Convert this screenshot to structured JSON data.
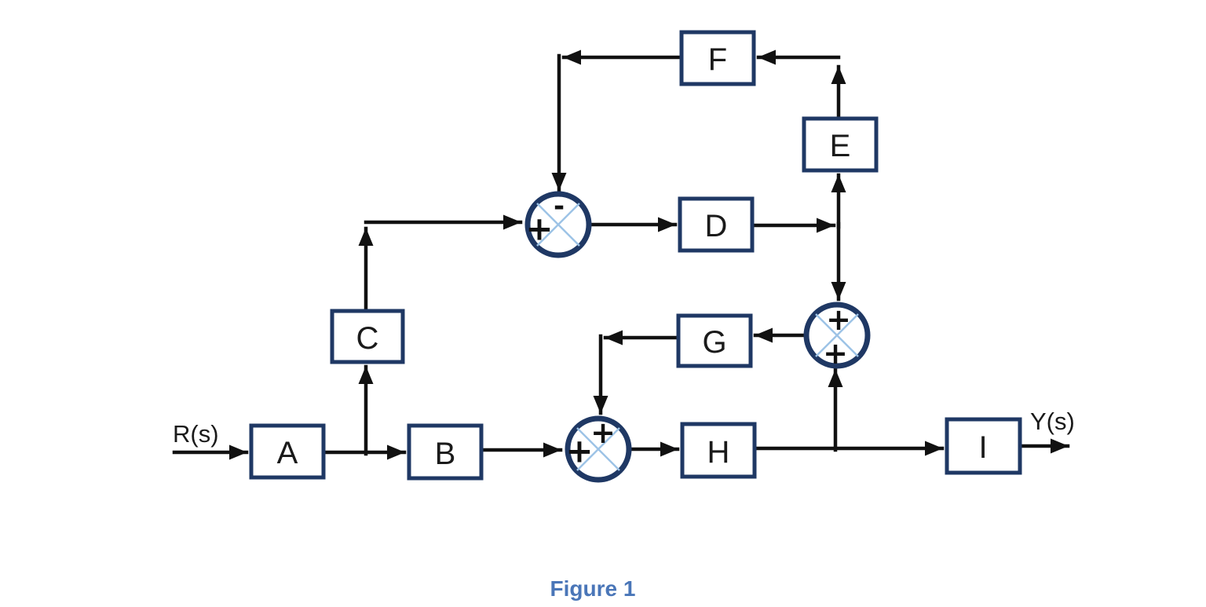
{
  "diagram": {
    "caption": "Figure 1",
    "input_label": "R(s)",
    "output_label": "Y(s)",
    "blocks": [
      {
        "id": "A",
        "label": "A"
      },
      {
        "id": "B",
        "label": "B"
      },
      {
        "id": "C",
        "label": "C"
      },
      {
        "id": "D",
        "label": "D"
      },
      {
        "id": "E",
        "label": "E"
      },
      {
        "id": "F",
        "label": "F"
      },
      {
        "id": "G",
        "label": "G"
      },
      {
        "id": "H",
        "label": "H"
      },
      {
        "id": "I",
        "label": "I"
      }
    ],
    "summing_junctions": [
      {
        "id": "sum-upper",
        "signs": {
          "left": "+",
          "top": "-"
        },
        "inputs": [
          {
            "from": "C",
            "sign": "+",
            "side": "left"
          },
          {
            "from": "F",
            "sign": "-",
            "side": "top"
          }
        ],
        "output_to": "D"
      },
      {
        "id": "sum-middle",
        "signs": {
          "top": "+",
          "bottom": "+"
        },
        "inputs": [
          {
            "from": "D",
            "sign": "+",
            "side": "top"
          },
          {
            "from": "H",
            "sign": "+",
            "side": "bottom"
          }
        ],
        "output_to": "G"
      },
      {
        "id": "sum-lower",
        "signs": {
          "left": "+",
          "top": "+"
        },
        "inputs": [
          {
            "from": "B",
            "sign": "+",
            "side": "left"
          },
          {
            "from": "G",
            "sign": "+",
            "side": "top"
          }
        ],
        "output_to": "H"
      }
    ],
    "connections": [
      {
        "from": "R(s)",
        "to": "A"
      },
      {
        "from": "A",
        "to": "B"
      },
      {
        "from": "A",
        "to": "C"
      },
      {
        "from": "C",
        "to": "sum-upper",
        "sign": "+"
      },
      {
        "from": "F",
        "to": "sum-upper",
        "sign": "-"
      },
      {
        "from": "sum-upper",
        "to": "D"
      },
      {
        "from": "D",
        "to": "E"
      },
      {
        "from": "D",
        "to": "sum-middle",
        "sign": "+"
      },
      {
        "from": "E",
        "to": "F"
      },
      {
        "from": "sum-middle",
        "to": "G"
      },
      {
        "from": "G",
        "to": "sum-lower",
        "sign": "+"
      },
      {
        "from": "B",
        "to": "sum-lower",
        "sign": "+"
      },
      {
        "from": "sum-lower",
        "to": "H"
      },
      {
        "from": "H",
        "to": "sum-middle",
        "sign": "+"
      },
      {
        "from": "H",
        "to": "I"
      },
      {
        "from": "I",
        "to": "Y(s)"
      }
    ],
    "colors": {
      "block_border": "#1f3864",
      "wire": "#111111",
      "junction_cross": "#9dc3e6",
      "caption_text": "#4a76b8",
      "label_text": "#1a1a1a",
      "background": "#ffffff"
    }
  }
}
